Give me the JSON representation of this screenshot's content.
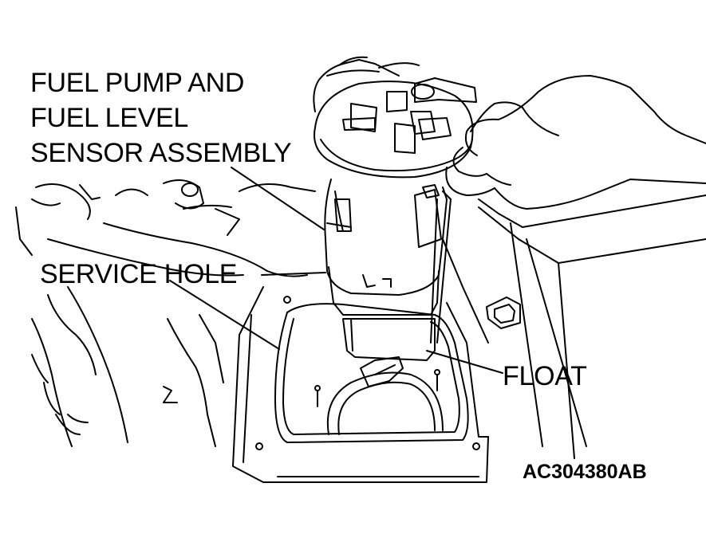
{
  "labels": {
    "pump_assembly": [
      "FUEL PUMP AND",
      "FUEL LEVEL",
      "SENSOR ASSEMBLY"
    ],
    "service_hole": "SERVICE HOLE",
    "float": "FLOAT"
  },
  "figure_code": "AC304380AB",
  "colors": {
    "ink": "#000000",
    "paper": "#ffffff"
  }
}
